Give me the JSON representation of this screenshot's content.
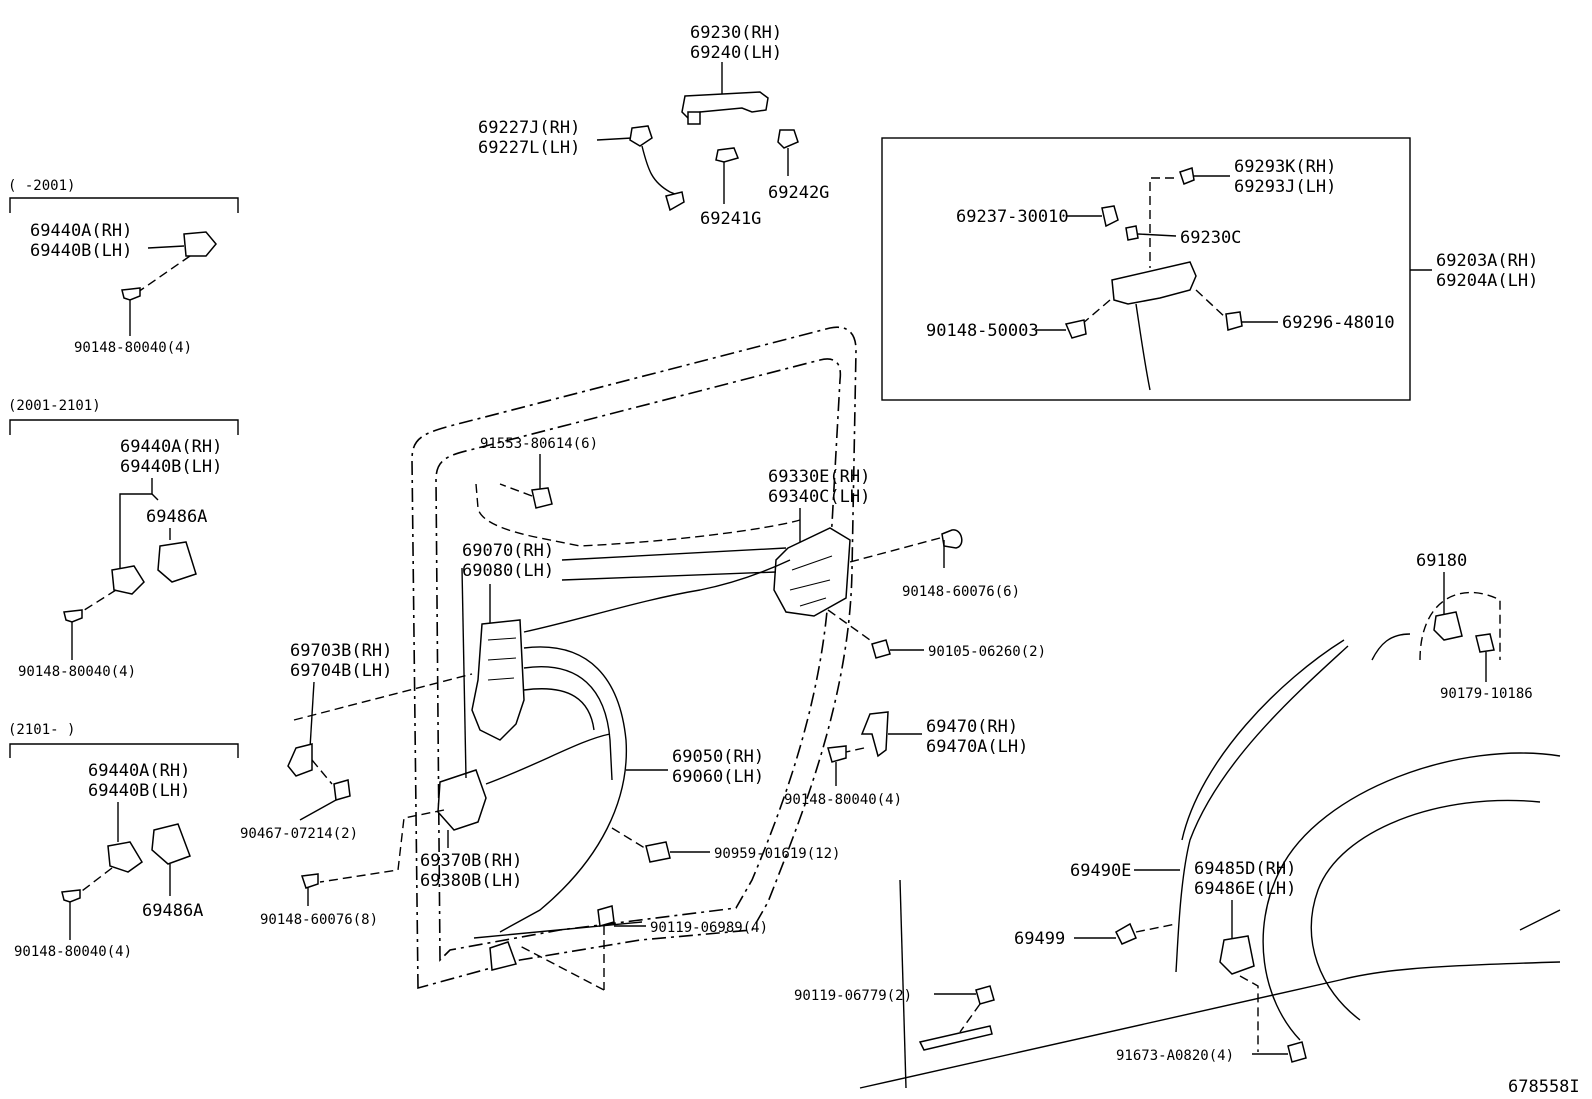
{
  "labels": {
    "p69230": "69230(RH)",
    "p69240": "69240(LH)",
    "p69227J": "69227J(RH)",
    "p69227L": "69227L(LH)",
    "p69242G": "69242G",
    "p69241G": "69241G",
    "range1": "(     -2001)",
    "p69440A_1": "69440A(RH)",
    "p69440B_1": "69440B(LH)",
    "p90148_80040_1": "90148-80040(4)",
    "range2": "(2001-2101)",
    "p69440A_2": "69440A(RH)",
    "p69440B_2": "69440B(LH)",
    "p69486A_2": "69486A",
    "p90148_80040_2": "90148-80040(4)",
    "range3": "(2101-     )",
    "p69440A_3": "69440A(RH)",
    "p69440B_3": "69440B(LH)",
    "p69486A_3": "69486A",
    "p90148_80040_3": "90148-80040(4)",
    "p69293K": "69293K(RH)",
    "p69293J": "69293J(LH)",
    "p69237": "69237-30010",
    "p69230C": "69230C",
    "p69203A": "69203A(RH)",
    "p69204A": "69204A(LH)",
    "p90148_50003": "90148-50003",
    "p69296": "69296-48010",
    "p91553": "91553-80614(6)",
    "p69330E": "69330E(RH)",
    "p69340C": "69340C(LH)",
    "p69070": "69070(RH)",
    "p69080": "69080(LH)",
    "p90148_60076_6": "90148-60076(6)",
    "p90105": "90105-06260(2)",
    "p69180": "69180",
    "p90179": "90179-10186",
    "p69703B": "69703B(RH)",
    "p69704B": "69704B(LH)",
    "p69470": "69470(RH)",
    "p69470A": "69470A(LH)",
    "p90148_80040_4": "90148-80040(4)",
    "p69050": "69050(RH)",
    "p69060": "69060(LH)",
    "p90467": "90467-07214(2)",
    "p90959": "90959-01619(12)",
    "p69370B": "69370B(RH)",
    "p69380B": "69380B(LH)",
    "p90148_60076_8": "90148-60076(8)",
    "p90119_06989": "90119-06989(4)",
    "p69490E": "69490E",
    "p69485D": "69485D(RH)",
    "p69486E": "69486E(LH)",
    "p69499": "69499",
    "p90119_06779": "90119-06779(2)",
    "p91673": "91673-A0820(4)",
    "ref": "678558I"
  }
}
